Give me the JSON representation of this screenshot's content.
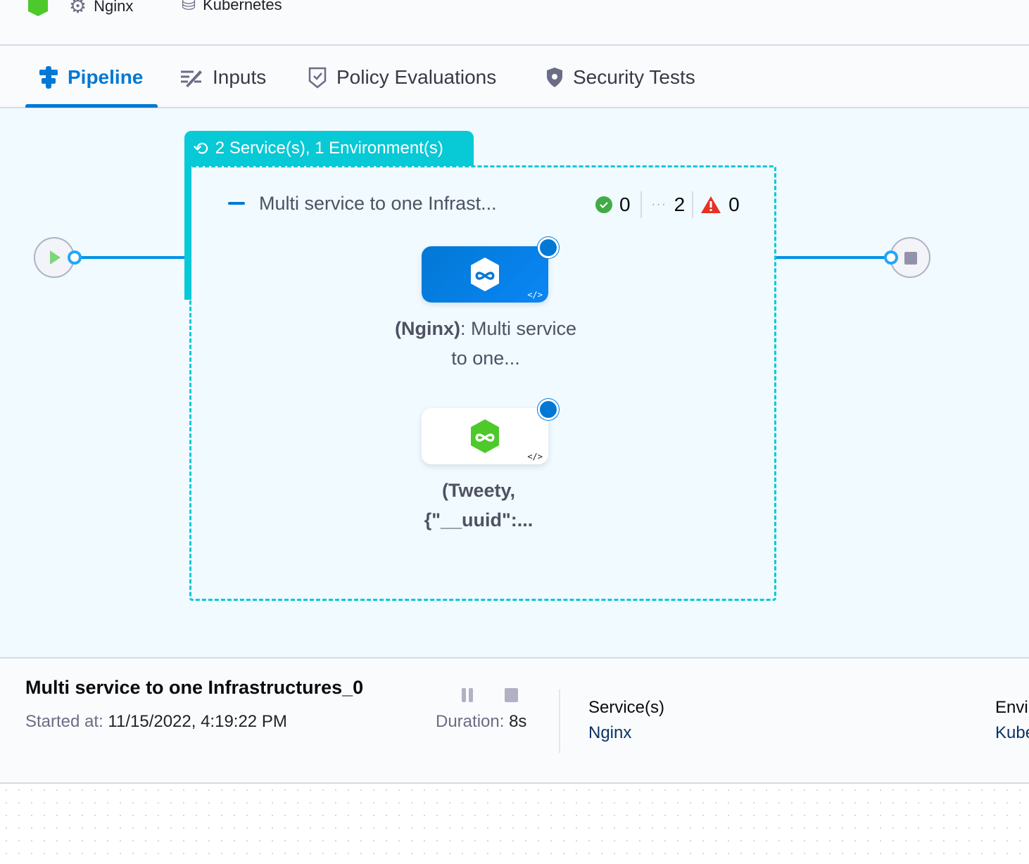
{
  "topbar": {
    "service": "Nginx",
    "environment": "Kubernetes"
  },
  "tabs": [
    {
      "label": "Pipeline",
      "icon": "pipeline-icon",
      "active": true
    },
    {
      "label": "Inputs",
      "icon": "inputs-icon"
    },
    {
      "label": "Policy Evaluations",
      "icon": "policy-shield-check-icon"
    },
    {
      "label": "Security Tests",
      "icon": "security-shield-icon"
    }
  ],
  "graph": {
    "group_header": "2 Service(s), 1 Environment(s)",
    "stage_title": "Multi service to one Infrast...",
    "counts": {
      "success": "0",
      "running": "2",
      "failed": "0"
    },
    "nodes": [
      {
        "label_bold": "(Nginx)",
        "label_rest": ": Multi service to one...",
        "selected": true
      },
      {
        "label_bold": "(Tweety, {\"__uuid\":...",
        "label_rest": ""
      }
    ],
    "code_glyph": "</>"
  },
  "details": {
    "title": "Multi service to one Infrastructures_0",
    "started_label": "Started at:",
    "started_value": "11/15/2022, 4:19:22 PM",
    "duration_label": "Duration:",
    "duration_value": "8s",
    "services_label": "Service(s)",
    "services_value": "Nginx",
    "env_label": "Envi",
    "env_value": "Kube"
  },
  "colors": {
    "accent": "#0278d5",
    "group": "#08c9d6",
    "success": "#42ab45",
    "failed": "#e43326"
  }
}
